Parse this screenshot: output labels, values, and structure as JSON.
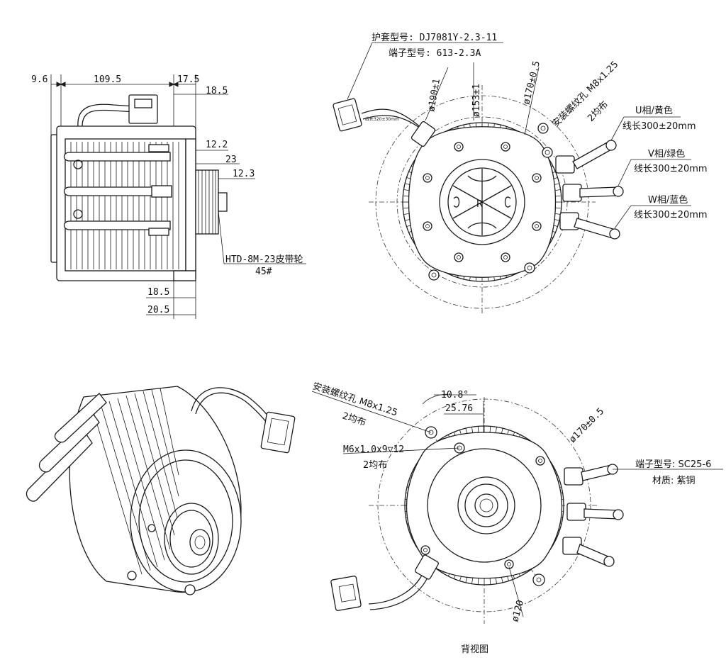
{
  "side_view": {
    "dim_top_left": "9.6",
    "dim_top_mid": "109.5",
    "dim_top_right": "17.5",
    "dim_r1": "18.5",
    "dim_r2": "12.2",
    "dim_r3": "23",
    "dim_r4": "12.3",
    "pulley_model": "HTD-8M-23皮带轮",
    "pulley_number": "45#",
    "dim_bottom1": "18.5",
    "dim_bottom2": "20.5"
  },
  "front_view": {
    "sheath_model": "护套型号: DJ7081Y-2.3-11",
    "terminal_model": "端子型号: 613-2.3A",
    "dia_190": "ø190±1",
    "dia_153": "ø153±1",
    "dia_170": "ø170±0.5",
    "mount_hole": "安装螺纹孔 M8x1.25",
    "mount_hole_count": "2均布",
    "cable_length_small": "线长320±30mm",
    "u_phase": "U相/黄色",
    "u_len": "线长300±20mm",
    "v_phase": "V相/绿色",
    "v_len": "线长300±20mm",
    "w_phase": "W相/蓝色",
    "w_len": "线长300±20mm"
  },
  "back_view": {
    "mount_hole": "安装螺纹孔 M8x1.25",
    "mount_hole_count": "2均布",
    "angle": "10.8°",
    "dim_2576": "25.76",
    "m6_hole": "M6x1.0x9▽12",
    "m6_count": "2均布",
    "dia_170": "ø170±0.5",
    "terminal_model": "端子型号: SC25-6",
    "material": "材质: 紫铜",
    "dia_120": "ø120",
    "caption": "背视图"
  }
}
